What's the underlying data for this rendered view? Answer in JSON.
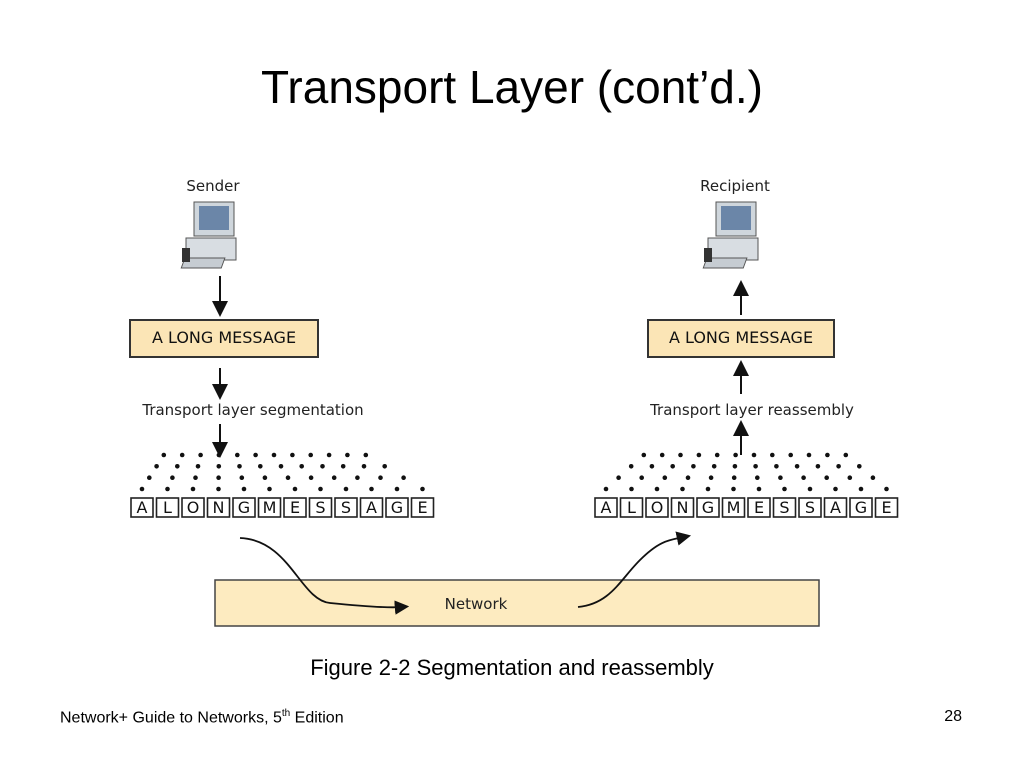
{
  "slide": {
    "title": "Transport Layer (cont’d.)",
    "caption": "Figure 2-2 Segmentation and reassembly",
    "footer": {
      "book": "Network+ Guide to Networks, 5",
      "sup": "th",
      "edition": " Edition",
      "page": "28"
    }
  },
  "diagram": {
    "sender": {
      "label": "Sender",
      "message": "A LONG MESSAGE",
      "process": "Transport layer segmentation",
      "segments": [
        "A",
        "L",
        "O",
        "N",
        "G",
        "M",
        "E",
        "S",
        "S",
        "A",
        "G",
        "E"
      ]
    },
    "recipient": {
      "label": "Recipient",
      "message": "A LONG MESSAGE",
      "process": "Transport layer reassembly",
      "segments": [
        "A",
        "L",
        "O",
        "N",
        "G",
        "M",
        "E",
        "S",
        "S",
        "A",
        "G",
        "E"
      ]
    },
    "network": {
      "label": "Network"
    },
    "colors": {
      "box_fill": "#fbe5b6",
      "box_stroke": "#333333",
      "network_fill": "#fdebc0"
    }
  }
}
